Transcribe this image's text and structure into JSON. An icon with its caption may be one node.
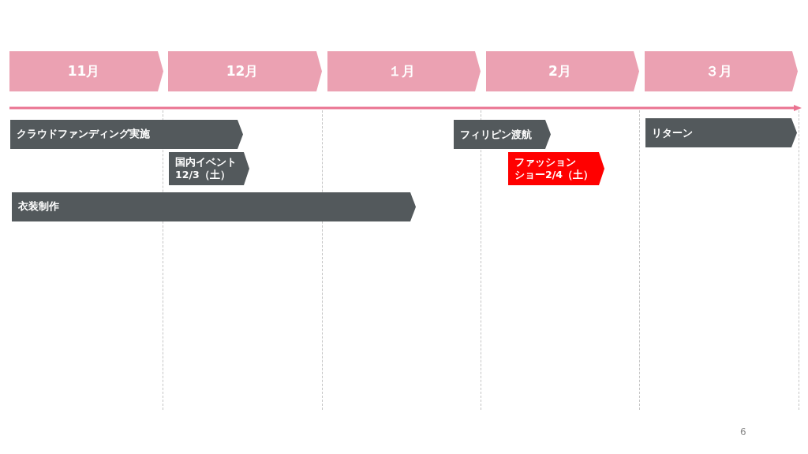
{
  "diagram": {
    "nodes": [
      {
        "text": [
          "11月"
        ]
      },
      {
        "text": [
          "12月"
        ]
      },
      {
        "text": [
          "１月"
        ]
      },
      {
        "text": [
          "2月"
        ]
      },
      {
        "text": [
          "３月"
        ]
      },
      {
        "text": [
          "クラウドファンディング実施"
        ]
      },
      {
        "text": [
          "フィリピン渡航"
        ]
      },
      {
        "text": [
          "リターン"
        ]
      },
      {
        "text": [
          "国内イベント12/3（土）"
        ]
      },
      {
        "text": [
          "ファッションショー2/4（土）"
        ]
      },
      {
        "text": [
          "衣装制作"
        ]
      }
    ],
    "labels": [
      "6"
    ]
  }
}
